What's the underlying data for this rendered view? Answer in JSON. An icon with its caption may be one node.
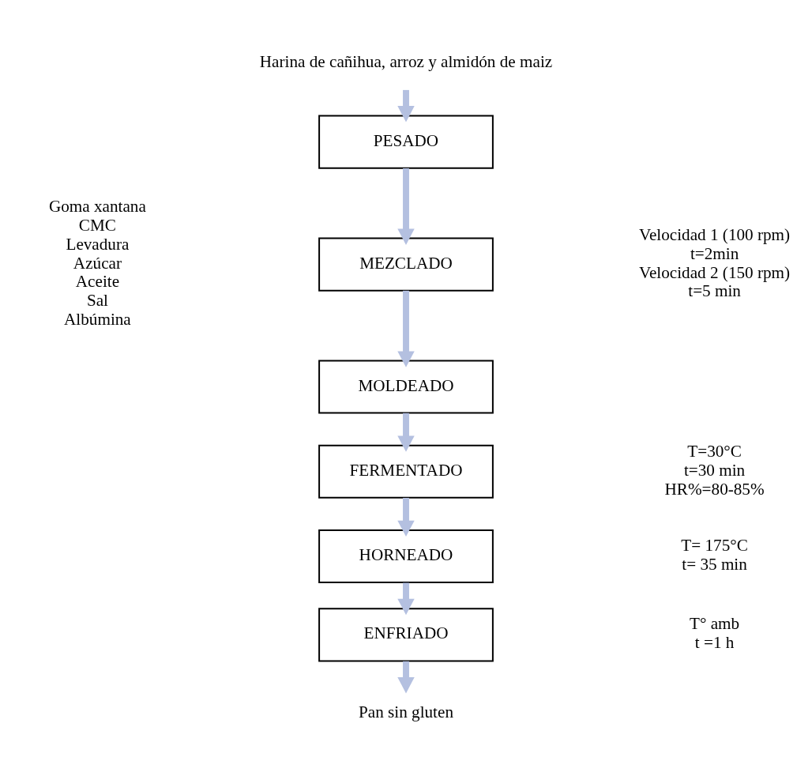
{
  "diagram": {
    "nodes": [
      {
        "text": [
          "Harina de cañihua, arroz y almidón de maiz"
        ]
      },
      {
        "text": [
          "PESADO"
        ]
      },
      {
        "text": [
          "MEZCLADO"
        ],
        "beside": [
          "Velocidad 1 (100 rpm)",
          "t=2min",
          "Velocidad 2 (150 rpm)",
          "t=5 min"
        ]
      },
      {
        "text": [
          "MOLDEADO"
        ]
      },
      {
        "text": [
          "FERMENTADO"
        ],
        "beside": [
          "T=30°C",
          "t=30 min",
          "HR%=80-85%"
        ]
      },
      {
        "text": [
          "HORNEADO"
        ],
        "beside": [
          "T= 175°C",
          "t= 35 min"
        ]
      },
      {
        "text": [
          "ENFRIADO"
        ],
        "beside": [
          "T° amb",
          "t =1 h"
        ]
      },
      {
        "text": [
          "Pan sin gluten"
        ]
      }
    ],
    "edges": [
      {
        "from": 0,
        "to": 1,
        "arrow": "to"
      },
      {
        "from": 1,
        "to": 2,
        "arrow": "to"
      },
      {
        "from": 2,
        "to": 3,
        "arrow": "to"
      },
      {
        "from": 3,
        "to": 4,
        "arrow": "to"
      },
      {
        "from": 4,
        "to": 5,
        "arrow": "to"
      },
      {
        "from": 5,
        "to": 6,
        "arrow": "to"
      },
      {
        "from": 6,
        "to": 7,
        "arrow": "to"
      }
    ],
    "labels": [
      "Goma xantana",
      "CMC",
      "Levadura",
      "Azúcar",
      "Aceite",
      "Sal",
      "Albúmina"
    ]
  }
}
